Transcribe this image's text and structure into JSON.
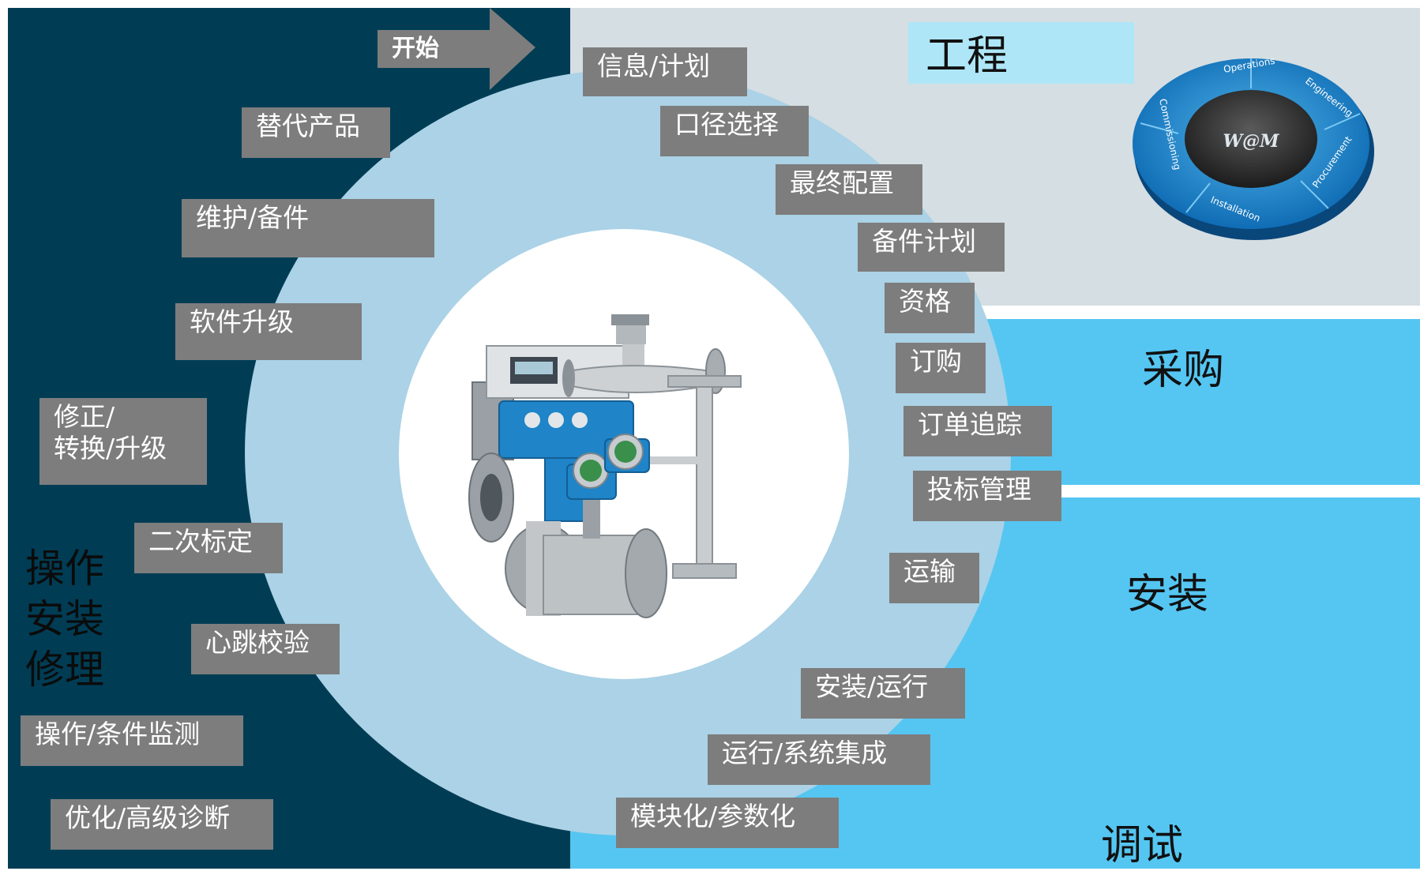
{
  "start": {
    "label": "开始"
  },
  "sections": {
    "engineering": "工程",
    "procurement": "采购",
    "installation": "安装",
    "commissioning": "调试",
    "operations": [
      "操作",
      "安装",
      "修理"
    ]
  },
  "right_steps": [
    "信息/计划",
    "口径选择",
    "最终配置",
    "备件计划",
    "资格",
    "订购",
    "订单追踪",
    "投标管理",
    "运输",
    "安装/运行",
    "运行/系统集成",
    "模块化/参数化"
  ],
  "left_steps": [
    "替代产品",
    "维护/备件",
    "软件升级",
    "修正/",
    "转换/升级",
    "二次标定",
    "心跳校验",
    "操作/条件监测",
    "优化/高级诊断"
  ],
  "badge": {
    "center": "W@M",
    "ring": [
      "Operations",
      "Engineering",
      "Procurement",
      "Installation",
      "Commissioning"
    ]
  },
  "colors": {
    "dark_panel": "#003d55",
    "light_blue": "#55c6f2",
    "grey_panel": "#d5dee2",
    "ring": "#abd2e6",
    "step_box": "#7d7d7d"
  }
}
